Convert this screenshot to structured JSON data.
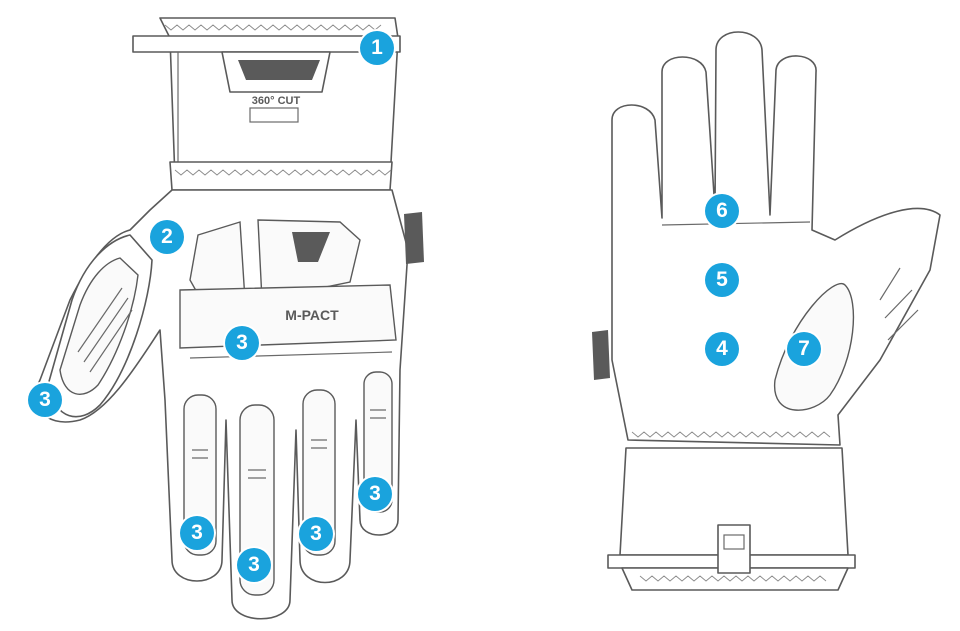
{
  "colors": {
    "marker": "#1aa3dd",
    "outline": "#5a5a5a"
  },
  "back_glove": {
    "cuff_logo_line1": "360° CUT",
    "knuckle_logo": "M-PACT"
  },
  "markers": {
    "m1": "1",
    "m2": "2",
    "m3_thumb": "3",
    "m3_knuckle": "3",
    "m3_index": "3",
    "m3_middle": "3",
    "m3_ring": "3",
    "m3_pinky": "3",
    "m4": "4",
    "m5": "5",
    "m6": "6",
    "m7": "7"
  }
}
